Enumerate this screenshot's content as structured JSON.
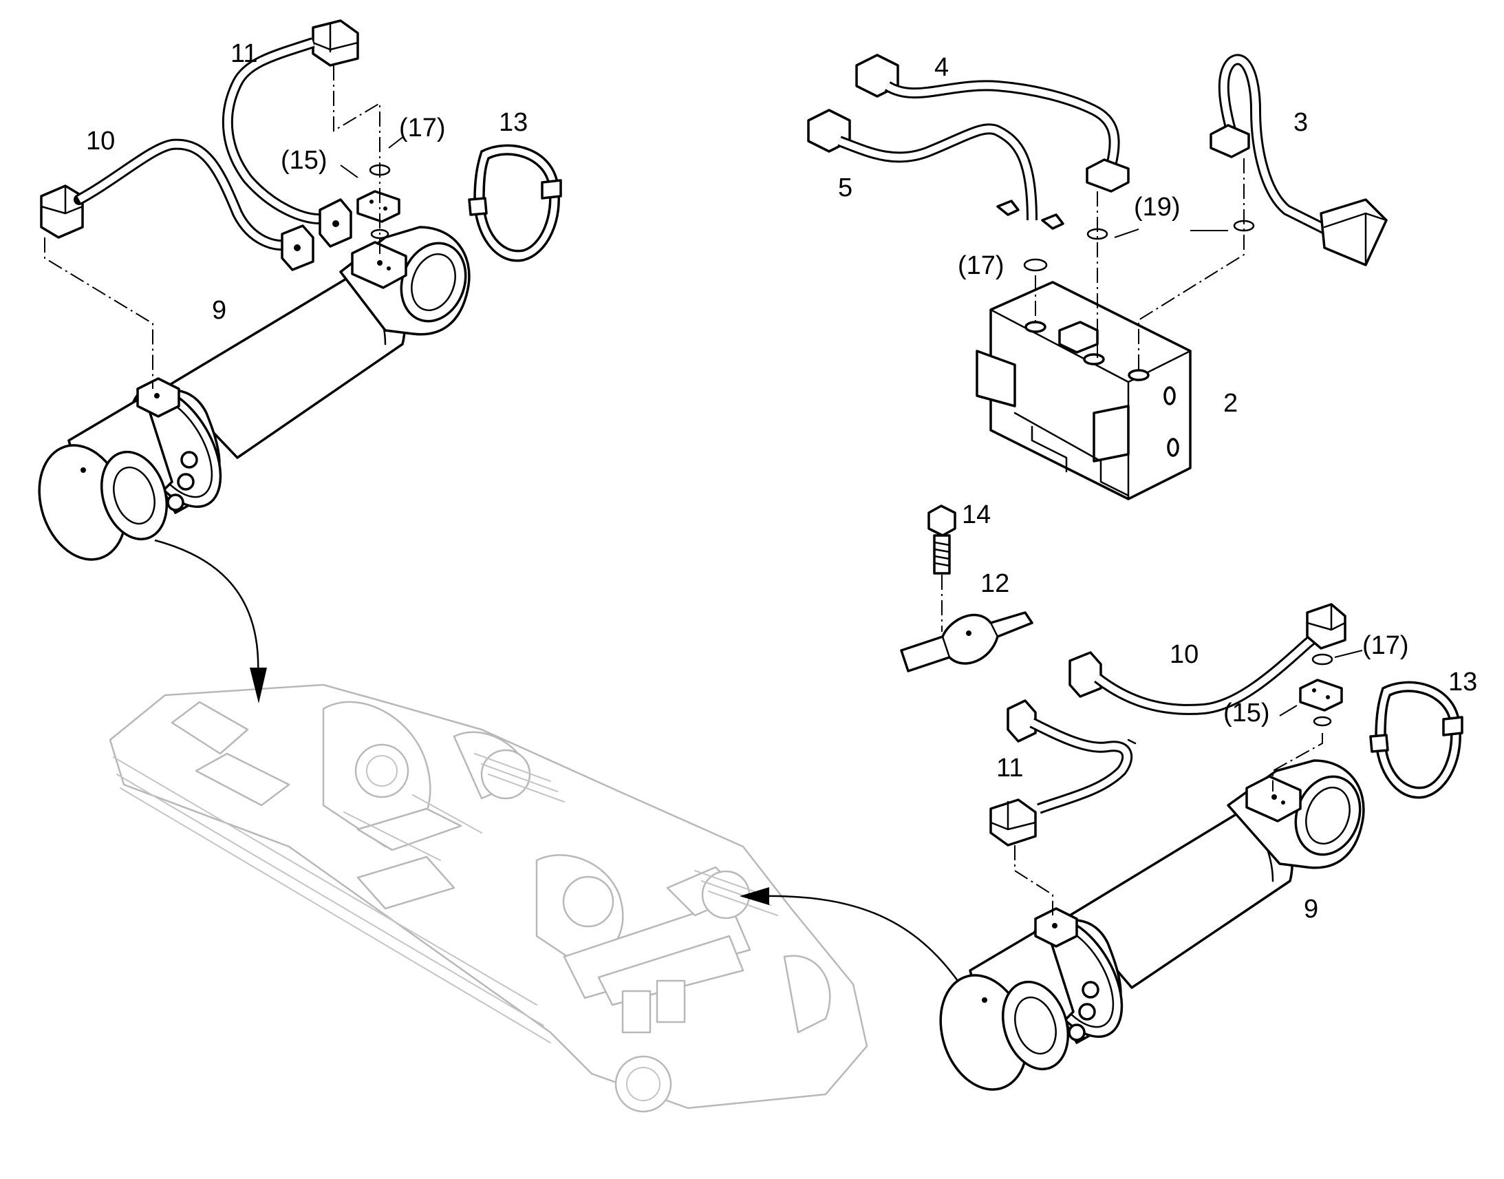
{
  "labels": {
    "cyl_left": "9",
    "hose10_left": "10",
    "hose11_left": "11",
    "flange15_left": "(15)",
    "oring17_left": "(17)",
    "clamp13_left": "13",
    "pipe4": "4",
    "pipe5": "5",
    "pipe3": "3",
    "oring19": "(19)",
    "oring17_valve": "(17)",
    "valve2": "2",
    "bolt14": "14",
    "bracket12": "12",
    "hose10_right": "10",
    "oring17_right": "(17)",
    "flange15_right": "(15)",
    "clamp13_right": "13",
    "hose11_right": "11",
    "cyl_right": "9"
  },
  "colors": {
    "line": "#000000",
    "ghost_frame": "#b8b8b8",
    "background": "#ffffff"
  }
}
